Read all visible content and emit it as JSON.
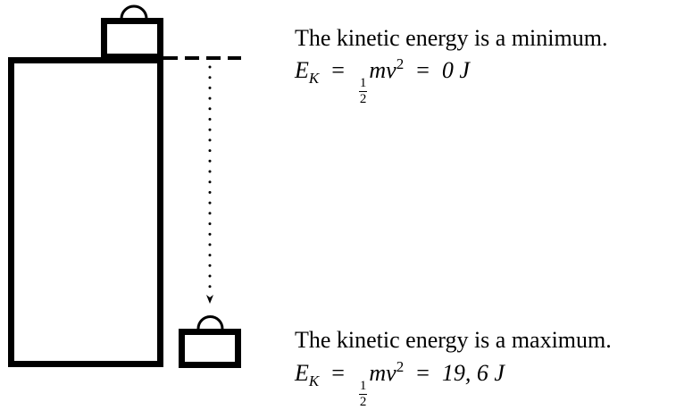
{
  "top_state": {
    "caption": "The kinetic energy is a minimum.",
    "symbol": "E",
    "subscript": "K",
    "equals": "=",
    "frac_num": "1",
    "frac_den": "2",
    "expr": "mv",
    "exponent": "2",
    "value": "0 J"
  },
  "bottom_state": {
    "caption": "The kinetic energy is a maximum.",
    "symbol": "E",
    "subscript": "K",
    "equals": "=",
    "frac_num": "1",
    "frac_den": "2",
    "expr": "mv",
    "exponent": "2",
    "value": "19, 6 J"
  },
  "colors": {
    "stroke": "#000000",
    "background": "#ffffff"
  }
}
